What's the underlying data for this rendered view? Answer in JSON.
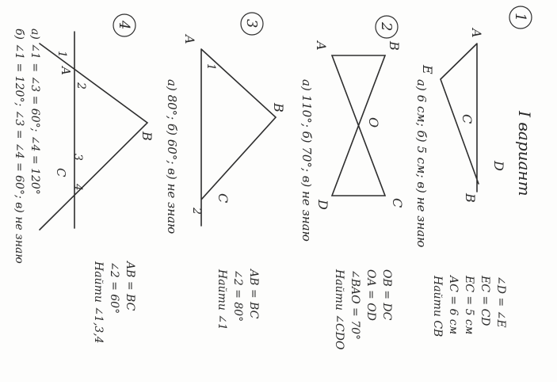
{
  "page": {
    "title": "I вариант"
  },
  "problem1": {
    "number": "1",
    "points": {
      "A": "A",
      "E": "E",
      "C": "C",
      "D": "D",
      "B": "B"
    },
    "conditions": [
      "∠D = ∠E",
      "EC = CD",
      "EC = 5 см",
      "AC = 6 см"
    ],
    "find": "Найти CB",
    "answers": "а) 6 см; б) 5 см; в) не знаю"
  },
  "problem2": {
    "number": "2",
    "points": {
      "A": "A",
      "B": "B",
      "O": "O",
      "C": "C",
      "D": "D"
    },
    "conditions": [
      "OB = DC",
      "OA = OD",
      "∠BAO = 70°"
    ],
    "find": "Найти ∠CDO",
    "answers": "а) 110°; б) 70°; в) не знаю"
  },
  "problem3": {
    "number": "3",
    "points": {
      "A": "A",
      "B": "B",
      "C": "C"
    },
    "angle_labels": {
      "one": "1",
      "two": "2"
    },
    "conditions": [
      "AB = BC",
      "∠2 = 80°"
    ],
    "find": "Найти ∠1",
    "answers": "а) 80°; б) 60°; в) не знаю"
  },
  "problem4": {
    "number": "4",
    "points": {
      "A": "A",
      "B": "B",
      "C": "C"
    },
    "angle_labels": {
      "one": "1",
      "two": "2",
      "three": "3",
      "four": "4"
    },
    "conditions": [
      "AB = BC",
      "∠2 = 60°"
    ],
    "find": "Найти ∠1,3,4",
    "answer_a": "а) ∠1 = ∠3 = 60°; ∠4 = 120°",
    "answer_b": "б) ∠1 = 120°; ∠3 = ∠4 = 60°; в) не знаю"
  }
}
